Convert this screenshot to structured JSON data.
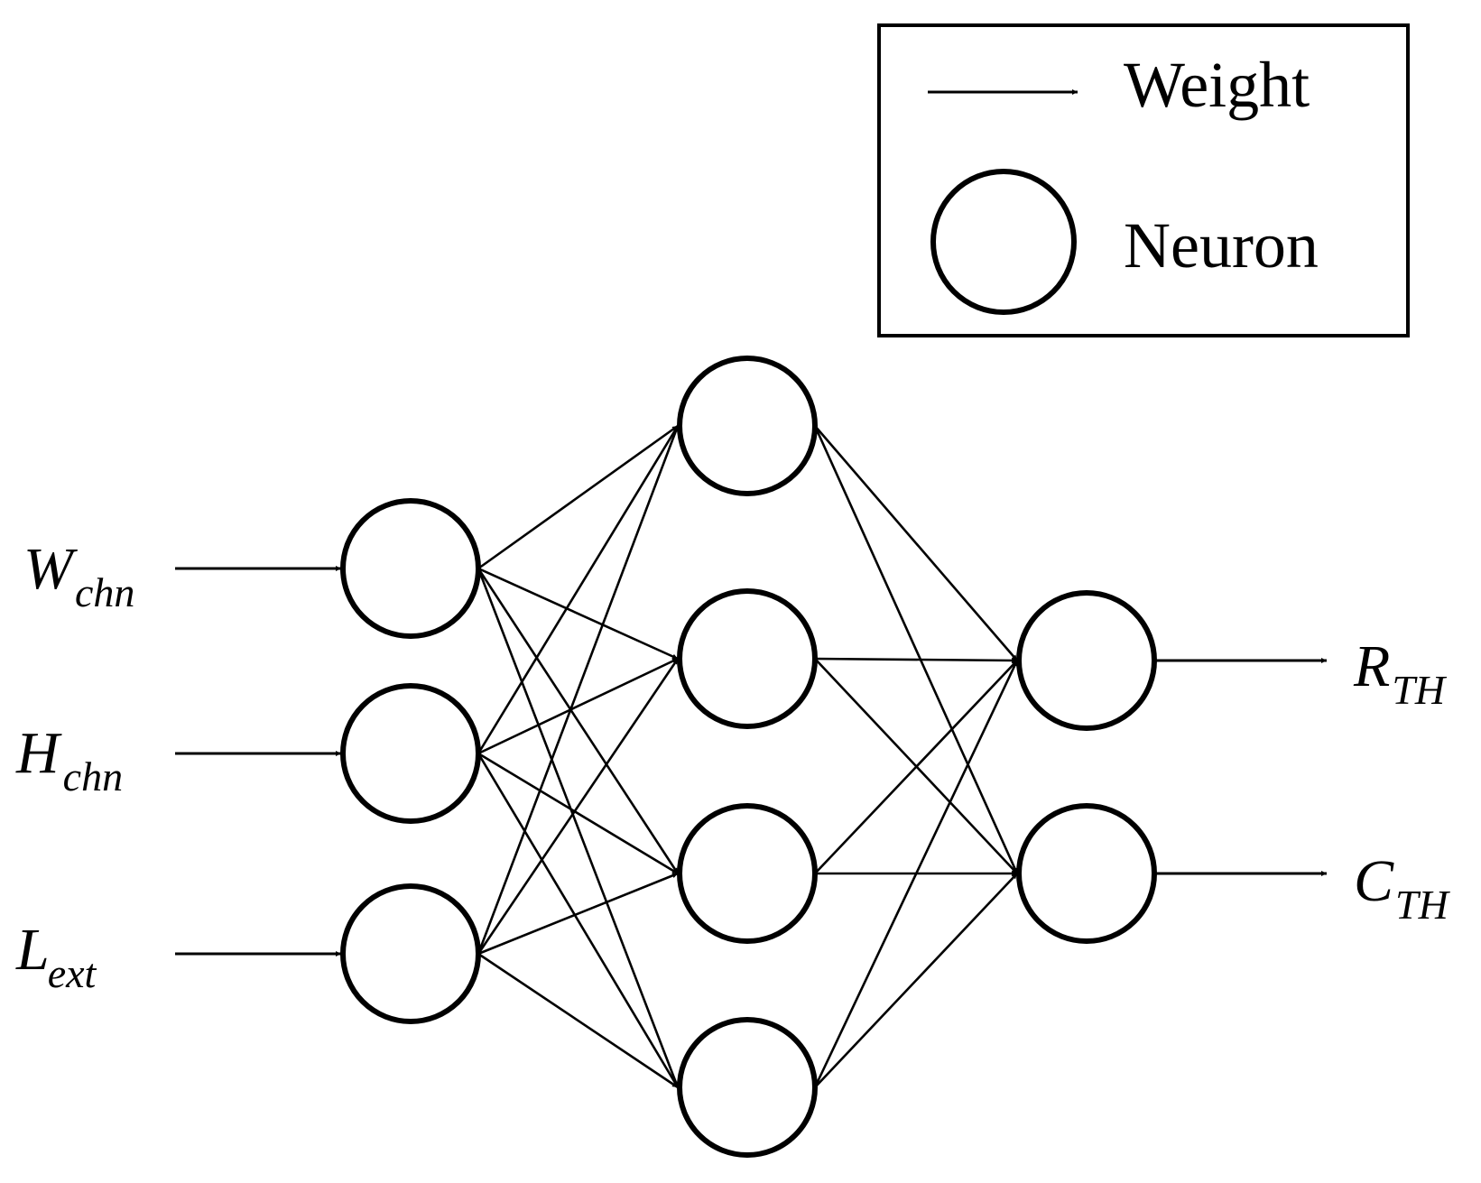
{
  "colors": {
    "stroke": "#000000",
    "background": "#ffffff"
  },
  "legend": {
    "weight_label": "Weight",
    "neuron_label": "Neuron"
  },
  "inputs": [
    {
      "main": "W",
      "sub": "chn"
    },
    {
      "main": "H",
      "sub": "chn"
    },
    {
      "main": "L",
      "sub": "ext"
    }
  ],
  "outputs": [
    {
      "main": "R",
      "sub": "TH"
    },
    {
      "main": "C",
      "sub": "TH"
    }
  ],
  "layers": {
    "input": 3,
    "hidden": 4,
    "output": 2
  }
}
